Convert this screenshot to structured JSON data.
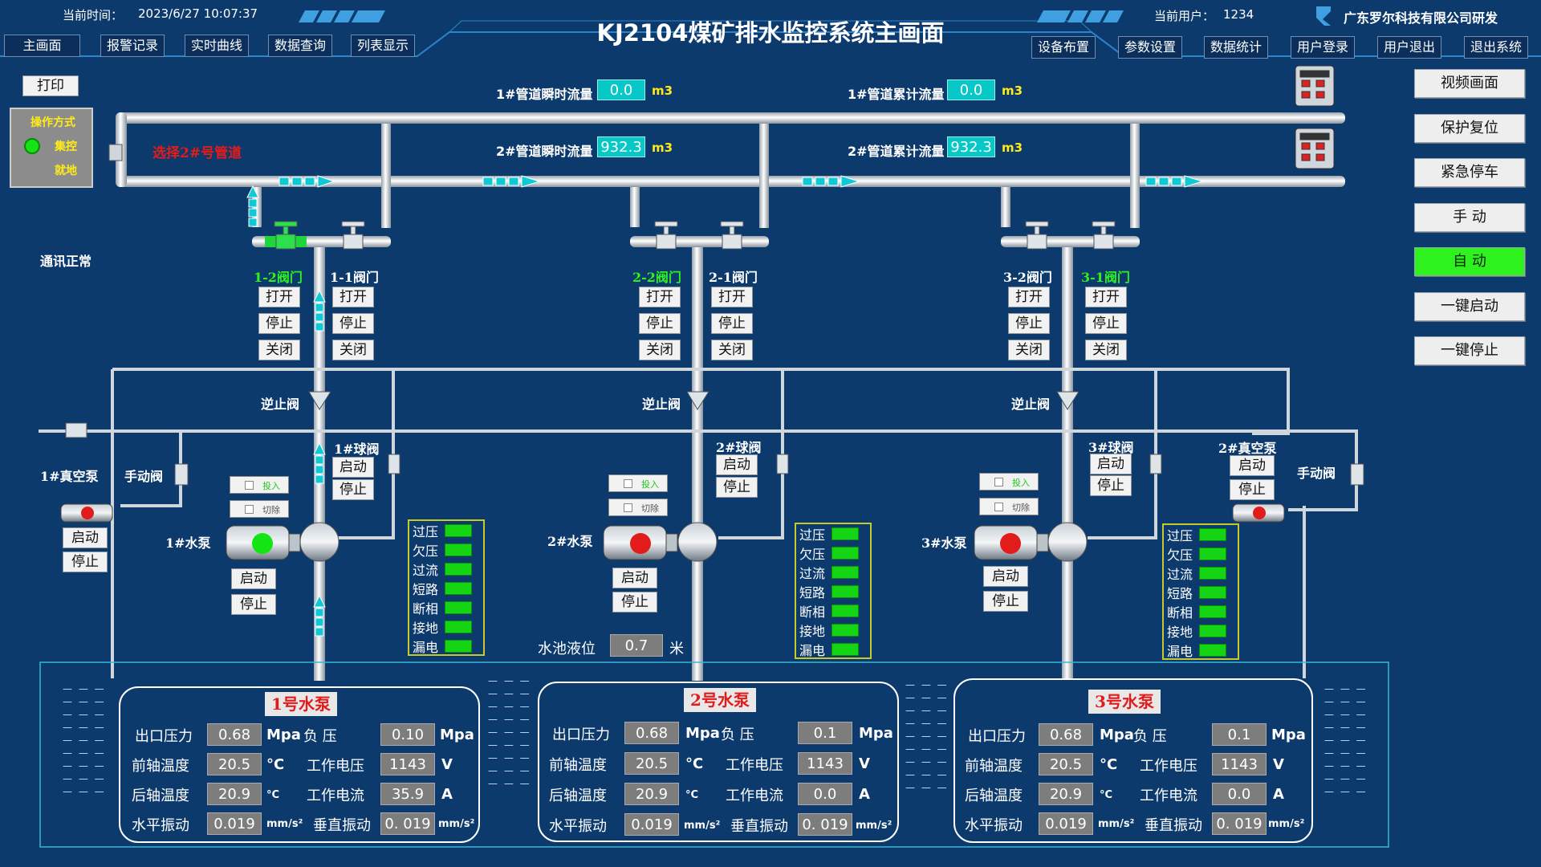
{
  "header": {
    "time_label": "当前时间：",
    "time_value": "2023/6/27 10:07:37",
    "title": "KJ2104煤矿排水监控系统主画面",
    "user_label": "当前用户：",
    "user_value": "1234",
    "company": "广东罗尔科技有限公司研发"
  },
  "nav_left": [
    "主画面",
    "报警记录",
    "实时曲线",
    "数据查询",
    "列表显示"
  ],
  "nav_right": [
    "设备布置",
    "参数设置",
    "数据统计",
    "用户登录",
    "用户退出",
    "退出系统"
  ],
  "print_label": "打印",
  "op_mode": {
    "title": "操作方式",
    "central": "集控",
    "local": "就地"
  },
  "comm_status": "通讯正常",
  "pipe_select": "选择2#号管道",
  "flows": {
    "p1_inst_label": "1#管道瞬时流量",
    "p1_inst": "0.0",
    "p1_total_label": "1#管道累计流量",
    "p1_total": "0.0",
    "p2_inst_label": "2#管道瞬时流量",
    "p2_inst": "932.3",
    "p2_total_label": "2#管道累计流量",
    "p2_total": "932.3",
    "unit": "m3"
  },
  "right_buttons": [
    "视频画面",
    "保护复位",
    "紧急停车",
    "手  动",
    "自  动",
    "一键启动",
    "一键停止"
  ],
  "valve_cmds": {
    "open": "打开",
    "stop": "停止",
    "close": "关闭"
  },
  "valves": [
    {
      "left": "1-2阀门",
      "right": "1-1阀门",
      "left_active": true,
      "right_active": false
    },
    {
      "left": "2-2阀门",
      "right": "2-1阀门",
      "left_active": true,
      "right_active": false
    },
    {
      "left": "3-2阀门",
      "right": "3-1阀门",
      "left_active": false,
      "right_active": true
    }
  ],
  "check_valve": "逆止阀",
  "ball_valves": [
    "1#球阀",
    "2#球阀",
    "3#球阀"
  ],
  "start": "启动",
  "stop": "停止",
  "vacuum": [
    "1#真空泵",
    "2#真空泵"
  ],
  "manual_valve": "手动阀",
  "pumps": [
    "1#水泵",
    "2#水泵",
    "3#水泵"
  ],
  "switch_in": "投入",
  "switch_out": "切除",
  "alarms": [
    "过压",
    "欠压",
    "过流",
    "短路",
    "断相",
    "接地",
    "漏电"
  ],
  "pool": {
    "label": "水池液位",
    "value": "0.7",
    "unit": "米"
  },
  "panel_labels": {
    "outlet_pressure": "出口压力",
    "negative_pressure": "负    压",
    "front_temp": "前轴温度",
    "voltage": "工作电压",
    "rear_temp": "后轴温度",
    "current": "工作电流",
    "h_vib": "水平振动",
    "v_vib": "垂直振动"
  },
  "panel_units": {
    "mpa": "Mpa",
    "c": "°C",
    "c_small": "°C",
    "v": "V",
    "a": "A",
    "mms": "mm/s²"
  },
  "panels": [
    {
      "title": "1号水泵",
      "outlet": "0.68",
      "neg": "0.10",
      "front": "20.5",
      "volt": "1143",
      "rear": "20.9",
      "curr": "35.9",
      "hvib": "0.019",
      "vvib": "0. 019"
    },
    {
      "title": "2号水泵",
      "outlet": "0.68",
      "neg": "0.1",
      "front": "20.5",
      "volt": "1143",
      "rear": "20.9",
      "curr": "0.0",
      "hvib": "0.019",
      "vvib": "0. 019"
    },
    {
      "title": "3号水泵",
      "outlet": "0.68",
      "neg": "0.1",
      "front": "20.5",
      "volt": "1143",
      "rear": "20.9",
      "curr": "0.0",
      "hvib": "0.019",
      "vvib": "0. 019"
    }
  ],
  "pump_status": [
    "running",
    "stopped",
    "stopped"
  ],
  "colors": {
    "bg": "#0d3a6c",
    "accent": "#07c7c7",
    "green": "#2ef21e",
    "red": "#e21b1b"
  }
}
